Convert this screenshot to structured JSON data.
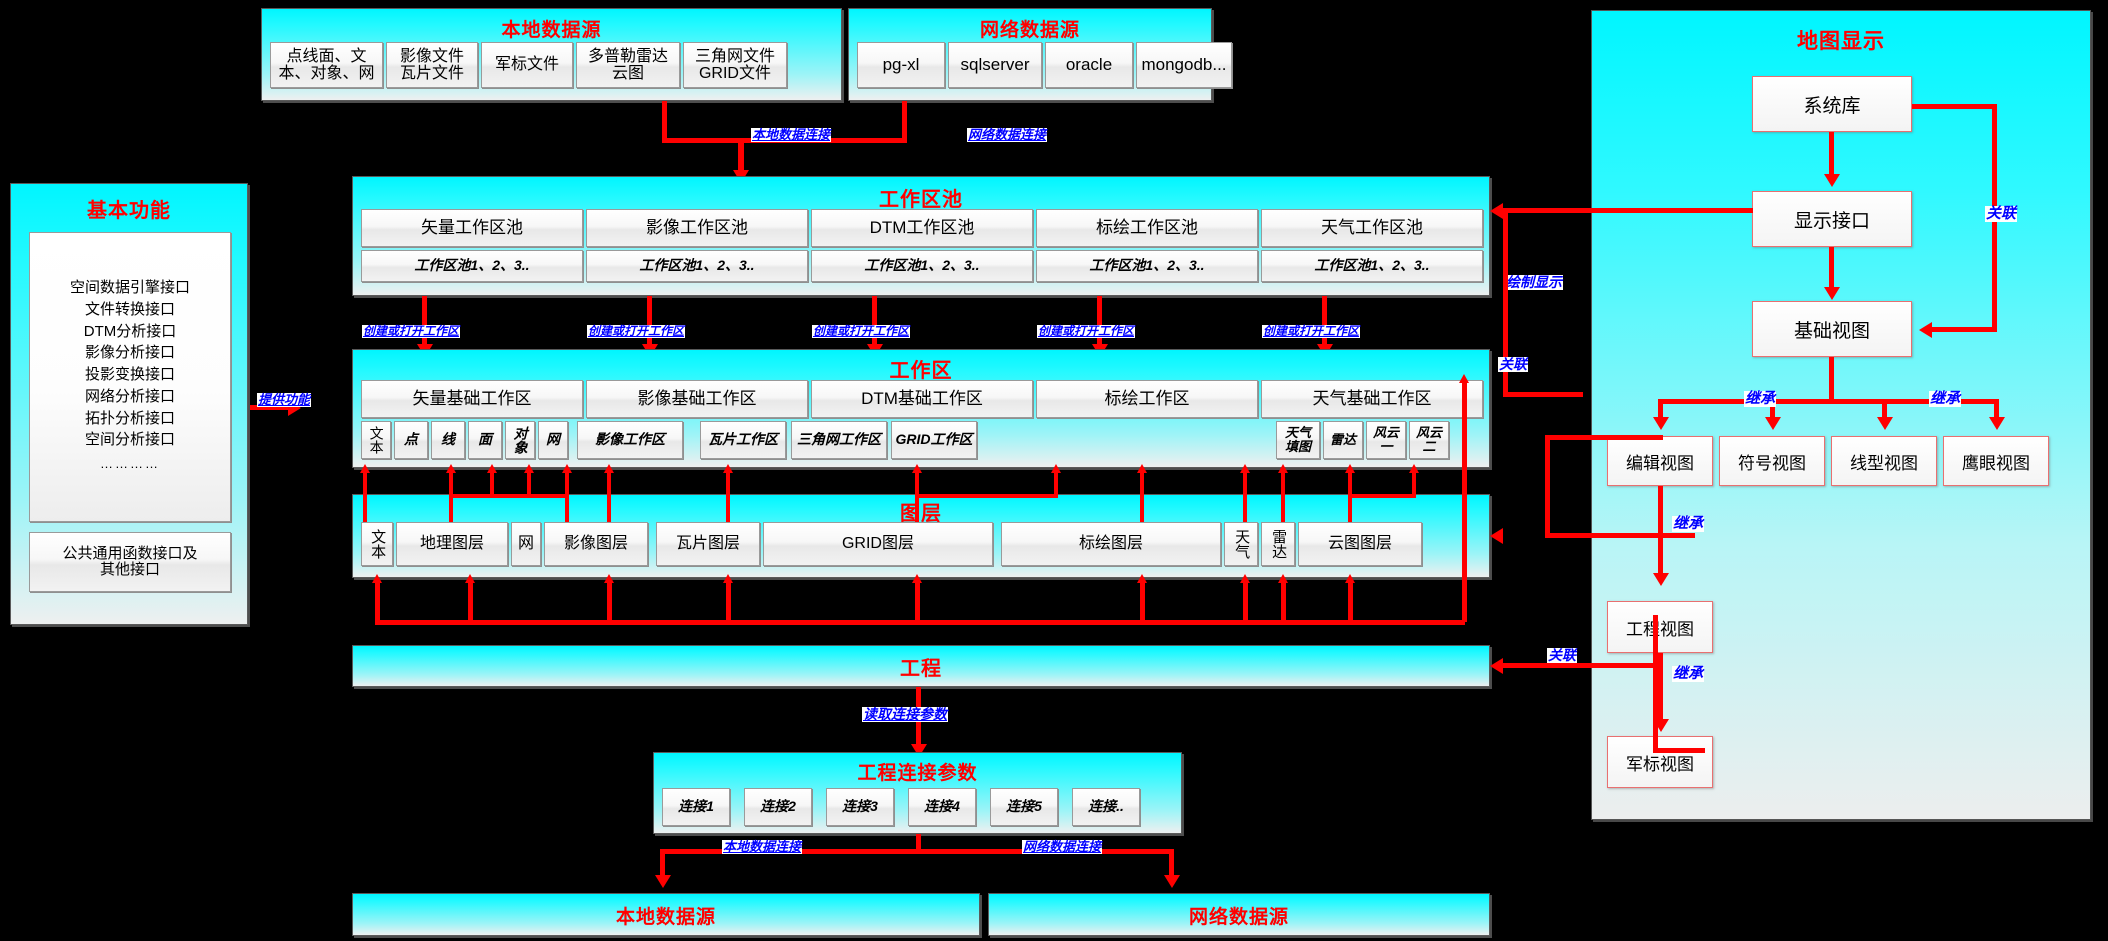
{
  "local_source_top": {
    "title": "本地数据源",
    "items": [
      "点线面、文本、对象、网",
      "影像文件瓦片文件",
      "军标文件",
      "多普勒雷达云图",
      "三角网文件GRID文件"
    ],
    "items_lines": [
      [
        "点线面、文",
        "本、对象、网"
      ],
      [
        "影像文件",
        "瓦片文件"
      ],
      [
        "军标文件"
      ],
      [
        "多普勒雷达",
        "云图"
      ],
      [
        "三角网文件",
        "GRID文件"
      ]
    ]
  },
  "net_source_top": {
    "title": "网络数据源",
    "items": [
      "pg-xl",
      "sqlserver",
      "oracle",
      "mongodb..."
    ]
  },
  "basic_functions": {
    "title": "基本功能",
    "interfaces": [
      "空间数据引擎接口",
      "文件转换接口",
      "DTM分析接口",
      "影像分析接口",
      "投影变换接口",
      "网络分析接口",
      "拓扑分析接口",
      "空间分析接口",
      "…………"
    ],
    "footer": "公共通用函数接口及其他接口",
    "footer_lines": [
      "公共通用函数接口及",
      "其他接口"
    ]
  },
  "workspace_pool": {
    "title": "工作区池",
    "columns": [
      "矢量工作区池",
      "影像工作区池",
      "DTM工作区池",
      "标绘工作区池",
      "天气工作区池"
    ],
    "sub_label": "工作区池1、2、3.."
  },
  "workspace": {
    "title": "工作区",
    "columns": [
      "矢量基础工作区",
      "影像基础工作区",
      "DTM基础工作区",
      "标绘工作区",
      "天气基础工作区"
    ],
    "vector_items": [
      "文本",
      "点",
      "线",
      "面",
      "对象",
      "网"
    ],
    "image_items": [
      "影像工作区"
    ],
    "dtm_items": [
      "瓦片工作区",
      "三角网工作区",
      "GRID工作区"
    ],
    "weather_items_lines": [
      [
        "天气",
        "填图"
      ],
      [
        "雷达"
      ],
      [
        "风云",
        "一"
      ],
      [
        "风云",
        "二"
      ]
    ]
  },
  "layers": {
    "title": "图层",
    "items": [
      "文本",
      "地理图层",
      "网",
      "影像图层",
      "瓦片图层",
      "GRID图层",
      "标绘图层",
      "天气",
      "雷达",
      "云图图层"
    ]
  },
  "project": {
    "title": "工程"
  },
  "project_conn": {
    "title": "工程连接参数",
    "items": [
      "连接1",
      "连接2",
      "连接3",
      "连接4",
      "连接5",
      "连接.."
    ]
  },
  "local_source_bottom": {
    "title": "本地数据源"
  },
  "net_source_bottom": {
    "title": "网络数据源"
  },
  "map_display": {
    "title": "地图显示",
    "system_lib": "系统库",
    "display_interface": "显示接口",
    "base_view": "基础视图",
    "views": [
      "编辑视图",
      "符号视图",
      "线型视图",
      "鹰眼视图"
    ],
    "project_view": "工程视图",
    "military_view": "军标视图"
  },
  "edge_labels": {
    "local_data_conn": "本地数据连接",
    "net_data_conn": "网络数据连接",
    "create_or_open_ws": "创建或打开工作区",
    "provide_function": "提供功能",
    "read_conn_params": "读取连接参数",
    "render_display": "绘制显示",
    "associate": "关联",
    "inherit": "继承"
  },
  "colors": {
    "connector": "#ff0000",
    "title": "#ff0000",
    "edge_label": "#0000ff",
    "panel_cyan": "#00f6ff",
    "background": "#000000"
  }
}
